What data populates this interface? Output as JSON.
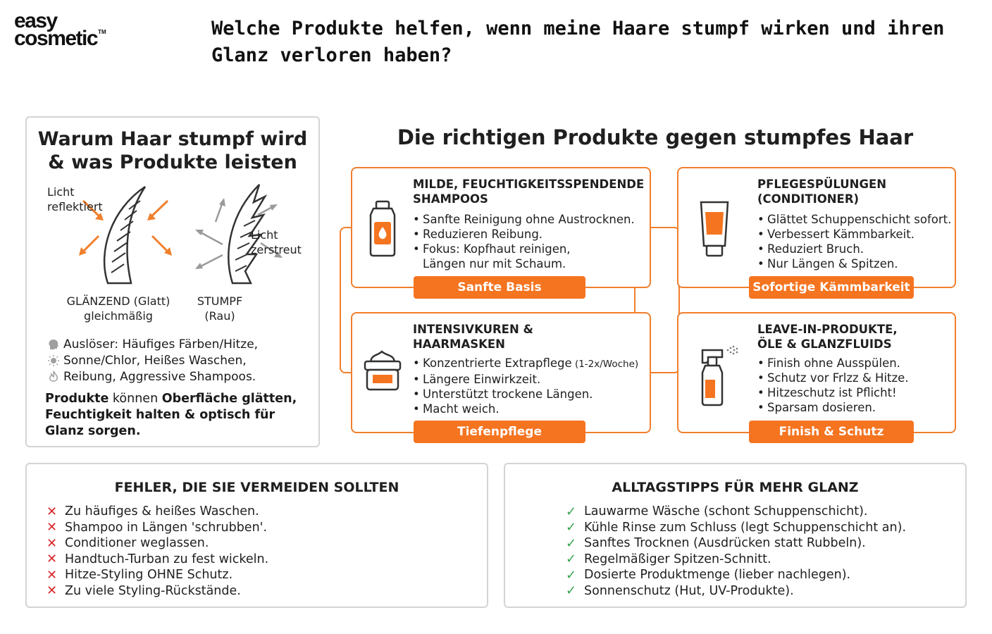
{
  "brand": {
    "line1": "easy",
    "line2": "cosmetic",
    "tm": "TM"
  },
  "page_title": "Welche Produkte helfen, wenn meine Haare stumpf wirken und ihren Glanz verloren haben?",
  "colors": {
    "accent": "#f57420",
    "error": "#d9262a",
    "success": "#35a44b"
  },
  "why": {
    "title_line1": "Warum Haar stumpf wird",
    "title_line2": "& was Produkte leisten",
    "light_reflected": [
      "Licht",
      "reflektiert"
    ],
    "light_scattered": [
      "Licht",
      "zerstreut"
    ],
    "shiny_label": [
      "GLÄNZEND (Glatt)",
      "gleichmäßig"
    ],
    "dull_label": [
      "STUMPF",
      "(Rau)"
    ],
    "triggers": [
      {
        "icon": "head-icon",
        "text": "Auslöser: Häufiges Färben/Hitze,"
      },
      {
        "icon": "sun-icon",
        "text": "Sonne/Chlor, Heißes Waschen,"
      },
      {
        "icon": "flame-icon",
        "text": "Reibung, Aggressive Shampoos."
      }
    ],
    "summary": {
      "b1": "Produkte",
      "n1": " können ",
      "b2": "Oberfläche glätten, Feuchtigkeit halten & optisch für Glanz sorgen."
    }
  },
  "products": {
    "title": "Die richtigen Produkte gegen stumpfes Haar",
    "cards": [
      {
        "icon": "shampoo-bottle-icon",
        "title": [
          "MILDE, FEUCHTIGKEITSSPENDENDE",
          "SHAMPOOS"
        ],
        "items": [
          "Sanfte Reinigung ohne Austrocknen.",
          "Reduzieren Reibung.",
          "Fokus: Kopfhaut reinigen,"
        ],
        "item_cont": "Längen nur mit Schaum.",
        "badge": "Sanfte Basis"
      },
      {
        "icon": "conditioner-tube-icon",
        "title": [
          "PFLEGESPÜLUNGEN",
          "(CONDITIONER)"
        ],
        "items": [
          "Glättet Schuppenschicht sofort.",
          "Verbessert Kämmbarkeit.",
          "Reduziert Bruch.",
          "Nur Längen & Spitzen."
        ],
        "badge": "Sofortige Kämmbarkeit"
      },
      {
        "icon": "mask-jar-icon",
        "title": [
          "INTENSIVKUREN &",
          "HAARMASKEN"
        ],
        "item0_main": "Konzentrierte Extrapflege",
        "item0_small": " (1-2x/Woche)",
        "items": [
          "Längere Einwirkzeit.",
          "Unterstützt trockene Längen.",
          "Macht weich."
        ],
        "badge": "Tiefenpflege"
      },
      {
        "icon": "spray-bottle-icon",
        "title": [
          "LEAVE-IN-PRODUKTE,",
          "ÖLE & GLANZFLUIDS"
        ],
        "items": [
          "Finish ohne Ausspülen.",
          "Schutz vor Frlzz & Hitze.",
          "Hitzeschutz ist Pflicht!",
          "Sparsam dosieren."
        ],
        "badge": "Finish & Schutz"
      }
    ]
  },
  "errors": {
    "title": "FEHLER, DIE SIE VERMEIDEN SOLLTEN",
    "mark": "✕",
    "items": [
      "Zu häufiges & heißes Waschen.",
      "Shampoo in Längen 'schrubben'.",
      "Conditioner weglassen.",
      "Handtuch-Turban zu fest wickeln.",
      "Hitze-Styling OHNE Schutz.",
      "Zu viele Styling-Rückstände."
    ]
  },
  "tips": {
    "title": "ALLTAGSTIPPS FÜR MEHR GLANZ",
    "mark": "✓",
    "items": [
      "Lauwarme Wäsche (schont Schuppenschicht).",
      "Kühle Rinse zum Schluss (legt Schuppenschicht an).",
      "Sanftes Trocknen (Ausdrücken statt Rubbeln).",
      "Regelmäßiger Spitzen-Schnitt.",
      "Dosierte Produktmenge (lieber nachlegen).",
      "Sonnenschutz (Hut, UV-Produkte)."
    ]
  }
}
